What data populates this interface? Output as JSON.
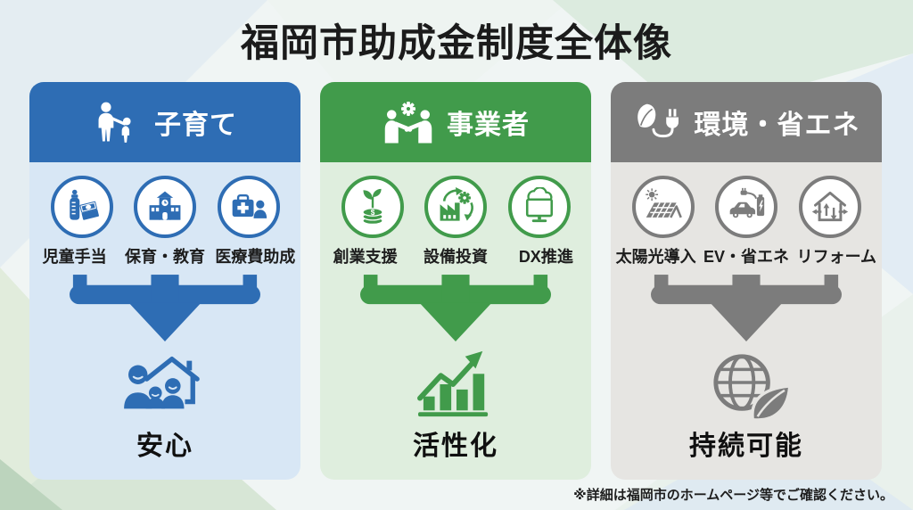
{
  "title": "福岡市助成金制度全体像",
  "footer_note": "※詳細は福岡市のホームページ等でご確認ください。",
  "columns": [
    {
      "header": "子育て",
      "header_icon": "parent-child-icon",
      "accent": "#2e6db4",
      "body_bg": "#d8e7f5",
      "items": [
        {
          "label": "児童手当",
          "icon": "baby-bottle-money-icon"
        },
        {
          "label": "保育・教育",
          "icon": "school-icon"
        },
        {
          "label": "医療費助成",
          "icon": "medical-kit-icon"
        }
      ],
      "result": {
        "label": "安心",
        "icon": "family-home-icon"
      }
    },
    {
      "header": "事業者",
      "header_icon": "handshake-gear-icon",
      "accent": "#419b4b",
      "body_bg": "#dfeede",
      "items": [
        {
          "label": "創業支援",
          "icon": "money-plant-icon"
        },
        {
          "label": "設備投資",
          "icon": "factory-gear-icon"
        },
        {
          "label": "DX推進",
          "icon": "cloud-monitor-icon"
        }
      ],
      "result": {
        "label": "活性化",
        "icon": "growth-chart-icon"
      }
    },
    {
      "header": "環境・省エネ",
      "header_icon": "leaf-plug-icon",
      "accent": "#7c7c7c",
      "body_bg": "#e6e5e2",
      "items": [
        {
          "label": "太陽光導入",
          "icon": "solar-panel-icon"
        },
        {
          "label": "EV・省エネ",
          "icon": "ev-charging-icon"
        },
        {
          "label": "リフォーム",
          "icon": "house-renovation-icon"
        }
      ],
      "result": {
        "label": "持続可能",
        "icon": "globe-leaf-icon"
      }
    }
  ]
}
